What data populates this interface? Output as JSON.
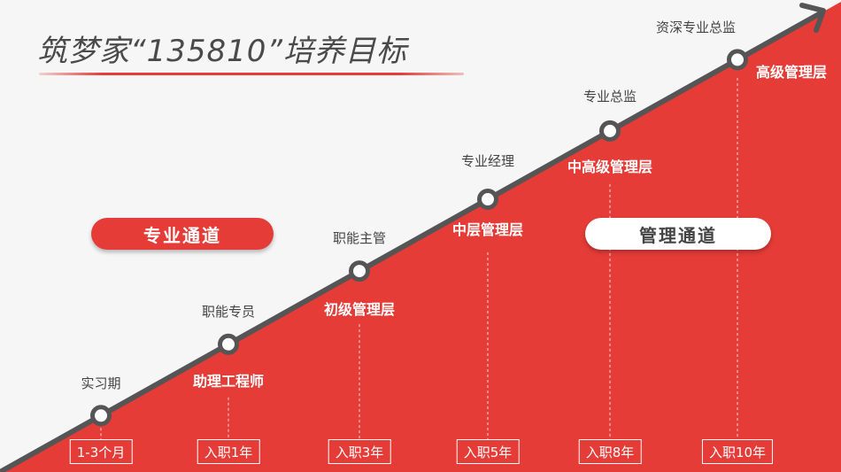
{
  "title": "筑梦家“135810”培养目标",
  "tracks": {
    "professional": "专业通道",
    "management": "管理通道"
  },
  "colors": {
    "accent_red": "#e53c38",
    "line_gray": "#555555"
  },
  "stages": [
    {
      "position": "实习期",
      "level": "",
      "time": "1-3个月"
    },
    {
      "position": "职能专员",
      "level": "助理工程师",
      "time": "入职1年"
    },
    {
      "position": "职能主管",
      "level": "初级管理层",
      "time": "入职3年"
    },
    {
      "position": "专业经理",
      "level": "中层管理层",
      "time": "入职5年"
    },
    {
      "position": "专业总监",
      "level": "中高级管理层",
      "time": "入职8年"
    },
    {
      "position": "资深专业总监",
      "level": "高级管理层",
      "time": "入职10年"
    }
  ]
}
